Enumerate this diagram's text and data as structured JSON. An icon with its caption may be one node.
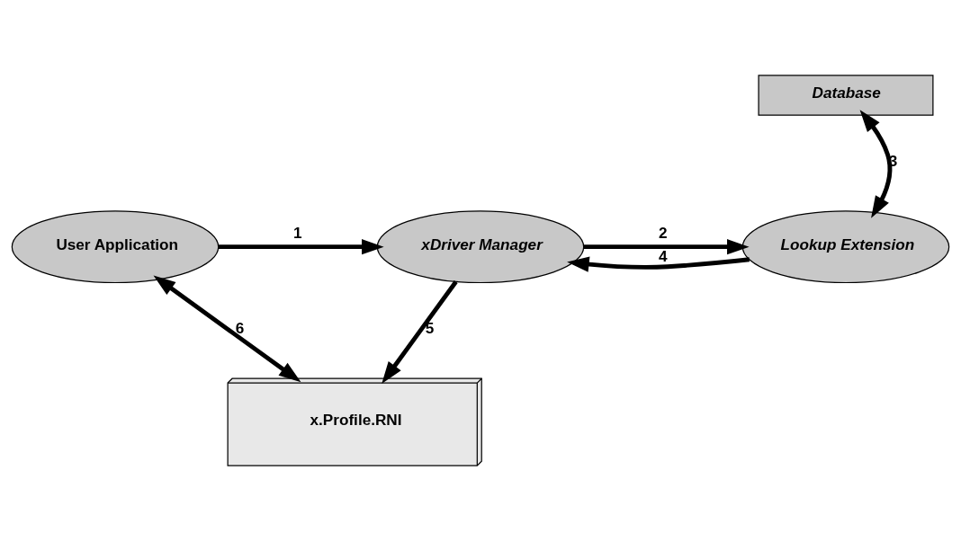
{
  "diagram": {
    "nodes": [
      {
        "text": [
          "User Application"
        ]
      },
      {
        "text": [
          "xDriver Manager"
        ]
      },
      {
        "text": [
          "Lookup Extension"
        ]
      },
      {
        "text": [
          "Database"
        ]
      },
      {
        "text": [
          "x.Profile.RNI"
        ]
      }
    ],
    "edges": [
      {
        "from": 0,
        "to": 1,
        "arrow": "to",
        "label": "1"
      },
      {
        "from": 1,
        "to": 2,
        "arrow": "to",
        "label": "2"
      },
      {
        "from": 2,
        "to": 3,
        "arrow": "both",
        "label": "3"
      },
      {
        "from": 2,
        "to": 1,
        "arrow": "to",
        "label": "4"
      },
      {
        "from": 1,
        "to": 4,
        "arrow": "to",
        "label": "5"
      },
      {
        "from": 0,
        "to": 4,
        "arrow": "both",
        "label": "6"
      }
    ]
  }
}
